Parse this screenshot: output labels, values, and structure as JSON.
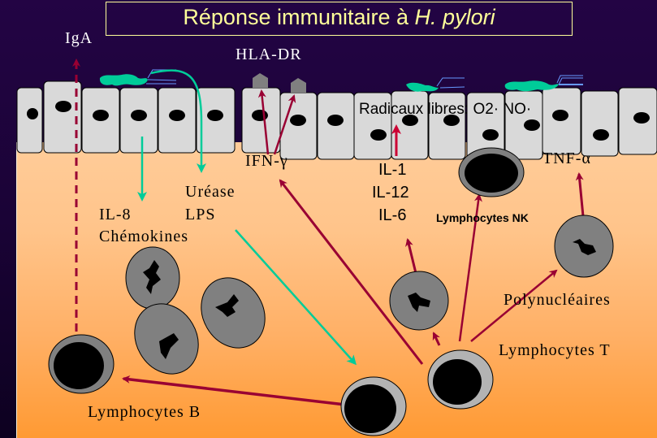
{
  "title": {
    "main": "Réponse immunitaire à ",
    "italic": "H. pylori"
  },
  "labels": {
    "iga": "IgA",
    "hla_dr": "HLA-DR",
    "radicaux": "Radicaux libres: O2· NO·",
    "ifn_gamma": "IFN-γ",
    "il1": "IL-1",
    "il12": "IL-12",
    "il6": "IL-6",
    "tnf_alpha": "TNF-α",
    "urease": "Uréase",
    "lps": "LPS",
    "il8": "IL-8",
    "chemokines": "Chémokines",
    "lymphocytes_nk": "Lymphocytes NK",
    "polynucleaires": "Polynucléaires",
    "lymphocytes_t": "Lymphocytes T",
    "lymphocytes_b": "Lymphocytes B"
  },
  "colors": {
    "background": "#230444",
    "title_text": "#ffff99",
    "lamina_propria_top": "#ffcc99",
    "lamina_propria_bottom": "#ff9a33",
    "epithelium": "#d9d9d9",
    "bacteria": "#00cc99",
    "flagella": "#6699ff",
    "host_arrow": "#990033",
    "bacterial_arrow": "#00cc99",
    "cell_gray": "#808080",
    "lymphocyte_ring": "#b3b3b3"
  }
}
